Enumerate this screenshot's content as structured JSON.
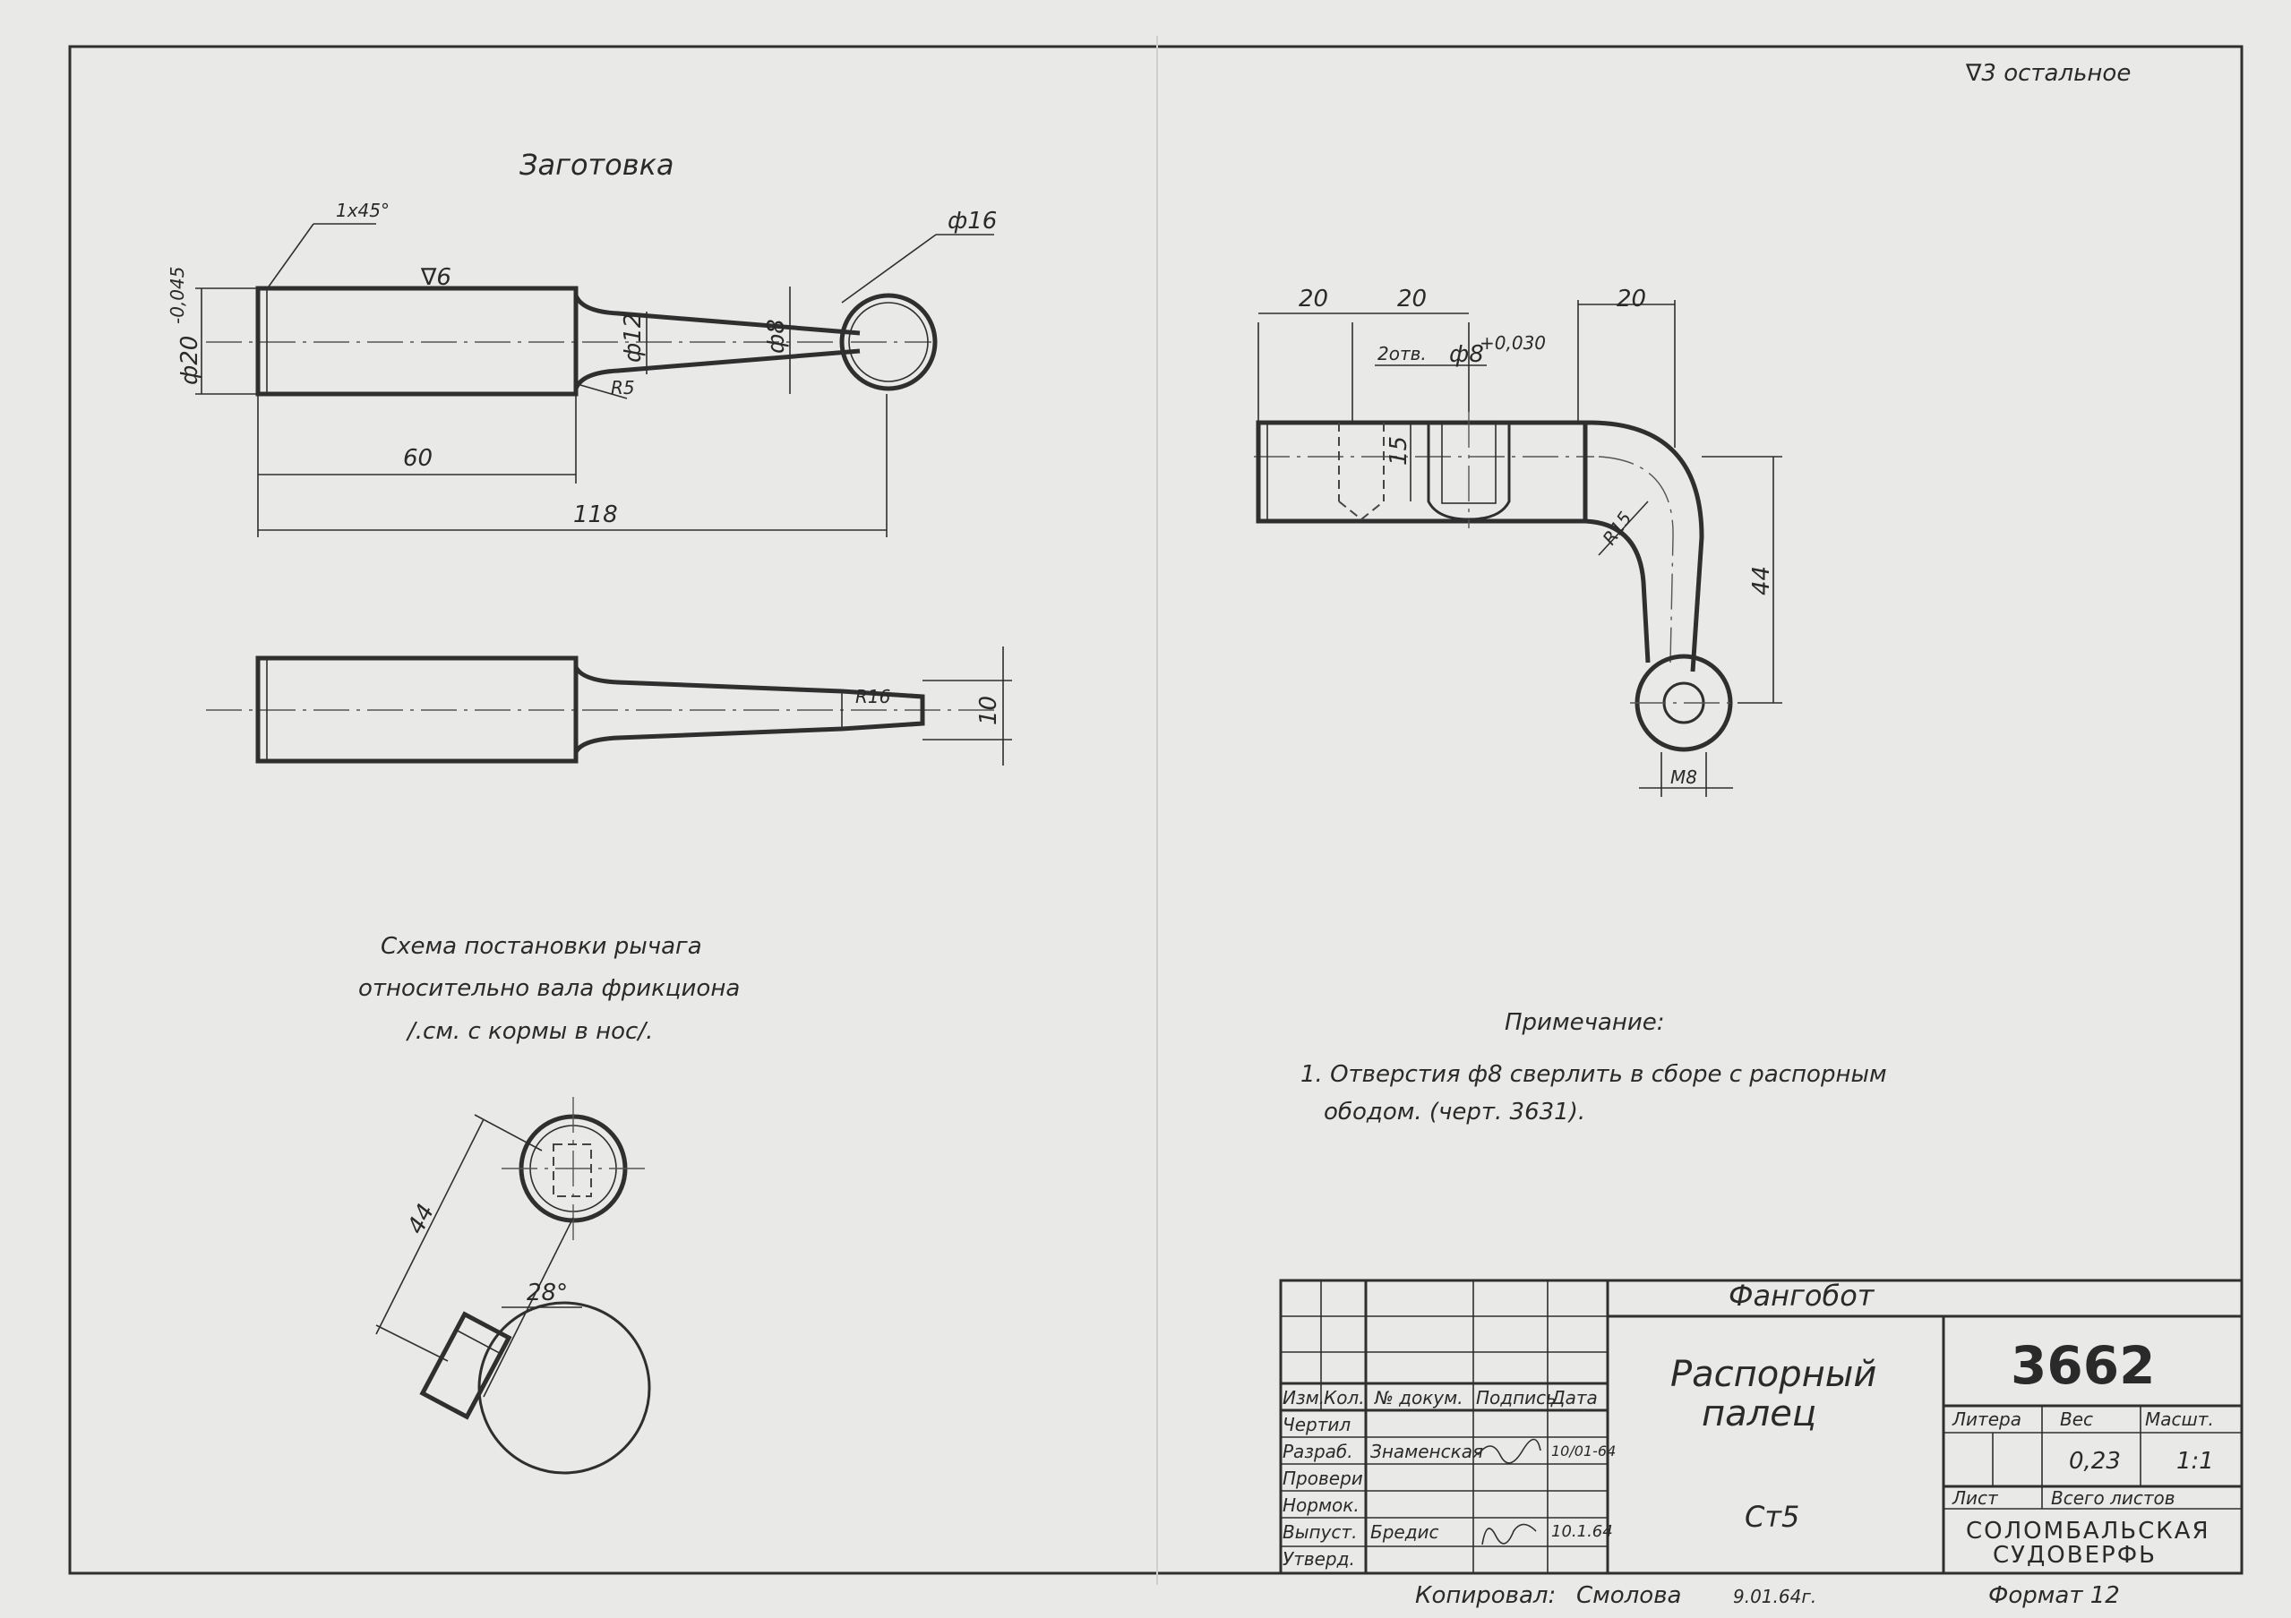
{
  "surface_mark": "∇3 остальное",
  "blank": {
    "title": "Заготовка",
    "chamfer": "1x45°",
    "roughness": "∇6",
    "dia_shaft": "ф20",
    "dia_shaft_tol": "-0,045",
    "dia_neck": "ф12",
    "dia_small": "ф8",
    "dia_head": "ф16",
    "radius_fillet": "R5",
    "len_shaft": "60",
    "len_total": "118",
    "radius_end": "R16",
    "thickness": "10"
  },
  "part_view": {
    "dim_a": "20",
    "dim_b": "20",
    "dim_c": "20",
    "holes": "2отв.",
    "hole_dia": "ф8",
    "hole_tol": "+0,030",
    "depth": "15",
    "bend_radius": "R15",
    "height": "44",
    "thread": "M8"
  },
  "scheme": {
    "line1": "Схема постановки рычага",
    "line2": "относительно вала фрикциона",
    "line3": "/.см. с кормы в нос/.",
    "length": "44",
    "angle": "28°"
  },
  "note": {
    "title": "Примечание:",
    "line1": "1. Отверстия ф8 сверлить в сборе с распорным",
    "line2": "ободом. (черт. 3631)."
  },
  "title_block": {
    "project": "Фангобот",
    "part_name_1": "Распорный",
    "part_name_2": "палец",
    "drawing_number": "3662",
    "col_izm": "Изм.",
    "col_kol": "Кол.",
    "col_doc": "№ докум.",
    "col_sign": "Подпись",
    "col_date": "Дата",
    "row_chertil": "Чертил",
    "row_razrab": "Разраб.",
    "row_prover": "Провери",
    "row_normk": "Нормок.",
    "row_vypusk": "Выпуст.",
    "row_utverd": "Утверд.",
    "razrab_name": "Знаменская",
    "razrab_date": "10/01-64",
    "vypusk_name": "Бредис",
    "vypusk_date": "10.1.64",
    "h_litera": "Литера",
    "h_ves": "Вес",
    "h_masht": "Масшт.",
    "weight": "0,23",
    "scale": "1:1",
    "list_label": "Лист",
    "sheets_label": "Всего листов",
    "material": "Ст5",
    "company_1": "СОЛОМБАЛЬСКАЯ",
    "company_2": "СУДОВЕРФЬ"
  },
  "footer": {
    "copied_label": "Копировал:",
    "copied_name": "Смолова",
    "copied_date": "9.01.64г.",
    "format": "Формат 12"
  }
}
